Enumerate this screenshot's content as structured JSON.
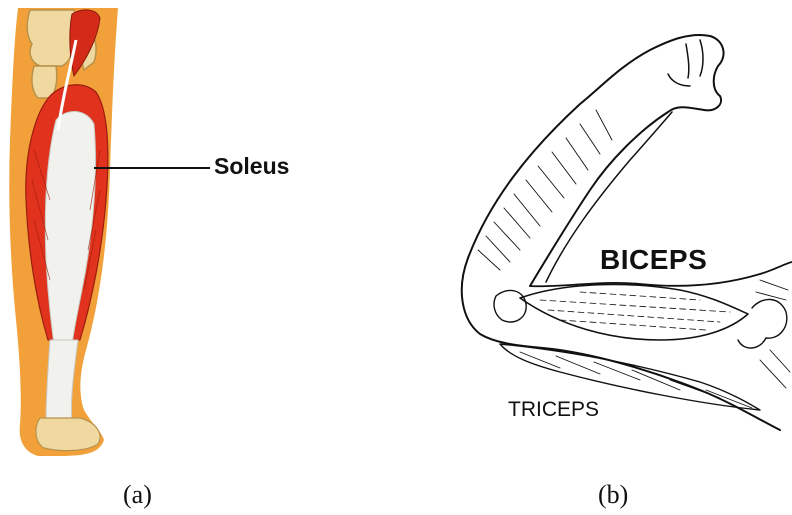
{
  "panel_a": {
    "muscle_label": "Soleus",
    "caption": "(a)",
    "colors": {
      "skin": "#f2a13a",
      "muscle": "#e0321c",
      "tendon": "#f1f1ee",
      "bone": "#efd9a0"
    }
  },
  "panel_b": {
    "biceps_label": "BICEPS",
    "triceps_label": "TRICEPS",
    "caption": "(b)"
  }
}
